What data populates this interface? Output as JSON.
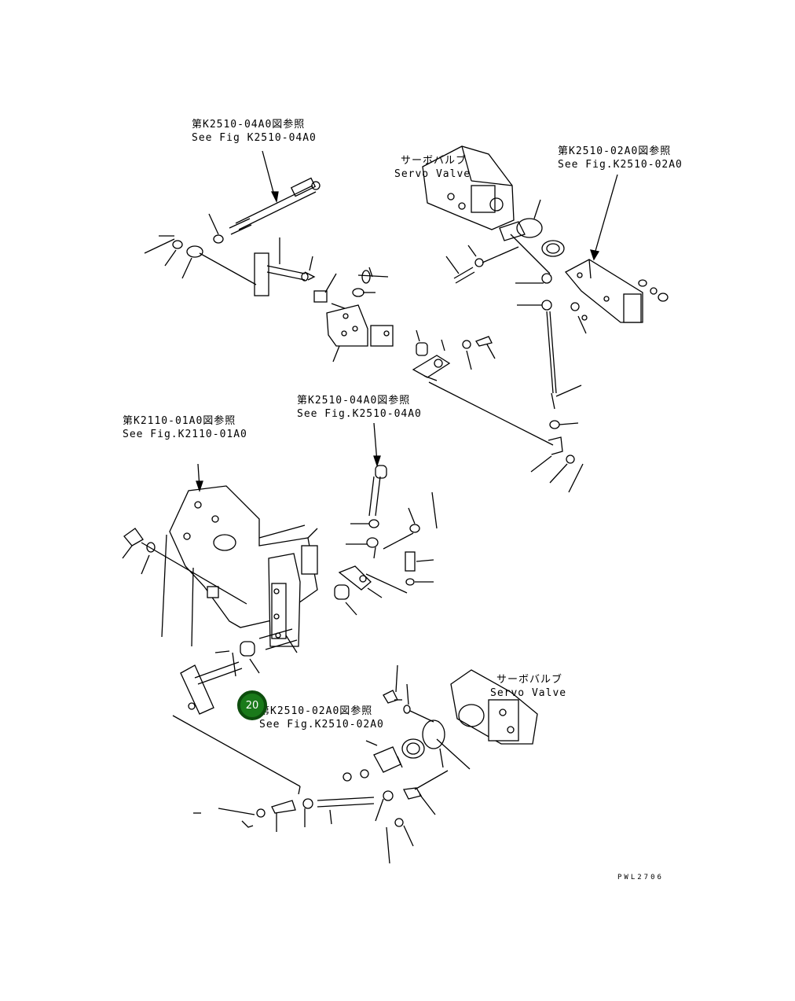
{
  "references": {
    "top_center": {
      "jp": "第K2510-04A0図参照",
      "en": "See Fig K2510-04A0"
    },
    "top_right": {
      "jp": "第K2510-02A0図参照",
      "en": "See Fig.K2510-02A0"
    },
    "middle": {
      "jp": "第K2510-04A0図参照",
      "en": "See Fig.K2510-04A0"
    },
    "left": {
      "jp": "第K2110-01A0図参照",
      "en": "See Fig.K2110-01A0"
    },
    "bottom": {
      "jp": "第K2510-02A0図参照",
      "en": "See Fig.K2510-02A0"
    }
  },
  "servo_valve_top": {
    "jp": "サーボバルブ",
    "en": "Servo Valve"
  },
  "servo_valve_bottom": {
    "jp": "サーボバルブ",
    "en": "Servo Valve"
  },
  "callout": {
    "number": "20"
  },
  "drawing_code": "PWL2706"
}
